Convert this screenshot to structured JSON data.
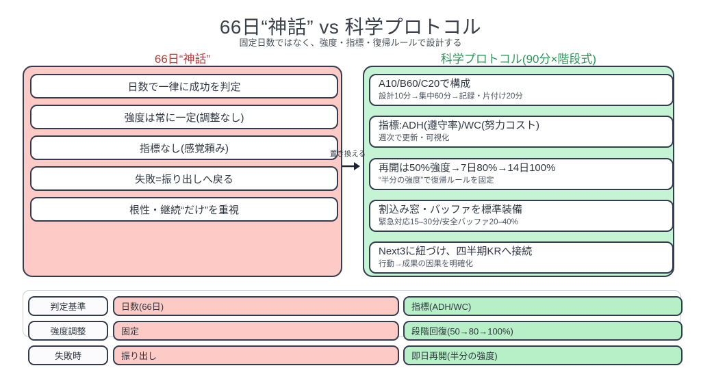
{
  "title": "66日“神話” vs 科学プロトコル",
  "subtitle": "固定日数ではなく、強度・指標・復帰ルールで設計する",
  "colors": {
    "myth_fill": "#fdcac6",
    "protocol_fill": "#c4f4d3",
    "protocol_cell_fill": "#b7f0c7",
    "border_dark": "#343b4e",
    "myth_header_red": "#c43a3a",
    "protocol_header_green": "#2e9458"
  },
  "myth": {
    "header": "66日“神話”",
    "items": [
      "日数で一律に成功を判定",
      "強度は常に一定(調整なし)",
      "指標なし(感覚頼み)",
      "失敗=振り出しへ戻る",
      "根性・継続“だけ”を重視"
    ]
  },
  "arrow": {
    "label": "置き換える"
  },
  "protocol": {
    "header": "科学プロトコル(90分×階段式)",
    "items": [
      {
        "title": "A10/B60/C20で構成",
        "desc": "設計10分→集中60分→記録・片付け20分"
      },
      {
        "title": "指標:ADH(遵守率)/WC(努力コスト)",
        "desc": "週次で更新・可視化"
      },
      {
        "title": "再開は50%強度→7日80%→14日100%",
        "desc": "“半分の強度”で復帰ルールを固定"
      },
      {
        "title": "割込み窓・バッファを標準装備",
        "desc": "緊急対応15–30分/安全バッファ20–40%"
      },
      {
        "title": "Next3に紐づけ、四半期KRへ接続",
        "desc": "行動→成果の因果を明確化"
      }
    ]
  },
  "comparison": {
    "rows": [
      {
        "label": "判定基準",
        "myth": "日数(66日)",
        "protocol": "指標(ADH/WC)"
      },
      {
        "label": "強度調整",
        "myth": "固定",
        "protocol": "段階回復(50→80→100%)"
      },
      {
        "label": "失敗時",
        "myth": "振り出し",
        "protocol": "即日再開(半分の強度)"
      }
    ]
  }
}
